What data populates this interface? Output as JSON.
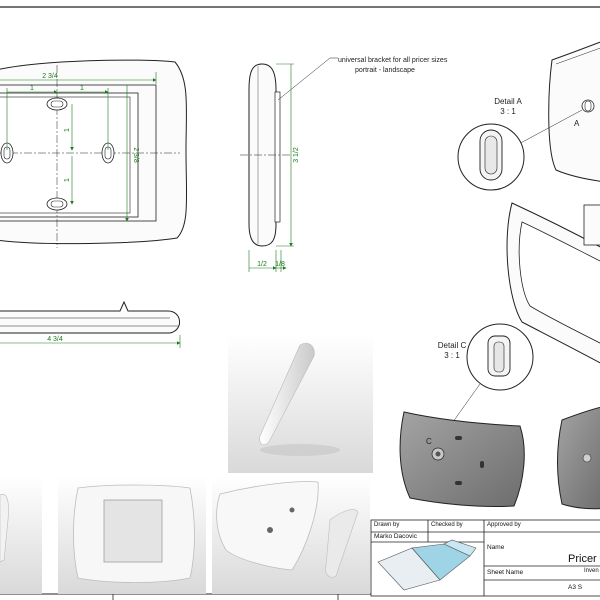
{
  "front_view": {
    "width_dim": "2 3/4",
    "inner_dim_1": "1",
    "inner_dim_2": "1",
    "vert_dim_1": "1",
    "vert_dim_2": "1",
    "height_dim": "2 3/8"
  },
  "side_view": {
    "callout_line1": "universal bracket for all pricer sizes",
    "callout_line2": "portrait - landscape",
    "height_dim": "3 1/2",
    "depth_dim_1": "1/2",
    "depth_dim_2": "1/8"
  },
  "bottom_view": {
    "width_dim": "4 3/4"
  },
  "detail_a": {
    "title": "Detail A",
    "scale": "3 : 1",
    "marker": "A"
  },
  "detail_c": {
    "title": "Detail C",
    "scale": "3 : 1",
    "marker": "C"
  },
  "title_block": {
    "drawn_by_label": "Drawn by",
    "drawn_by_value": "Marko Dacovic",
    "checked_by_label": "Checked by",
    "approved_by_label": "Approved by",
    "name_label": "Name",
    "name_value": "Pricer r",
    "sheet_name_label": "Sheet Name",
    "sheet_name_value": "Inven",
    "size_value": "A3 S"
  },
  "colors": {
    "dimension": "#1d7a1d",
    "line": "#222222",
    "part_fill": "#f2f2f2",
    "shaded_part": "#8c8c8c"
  }
}
